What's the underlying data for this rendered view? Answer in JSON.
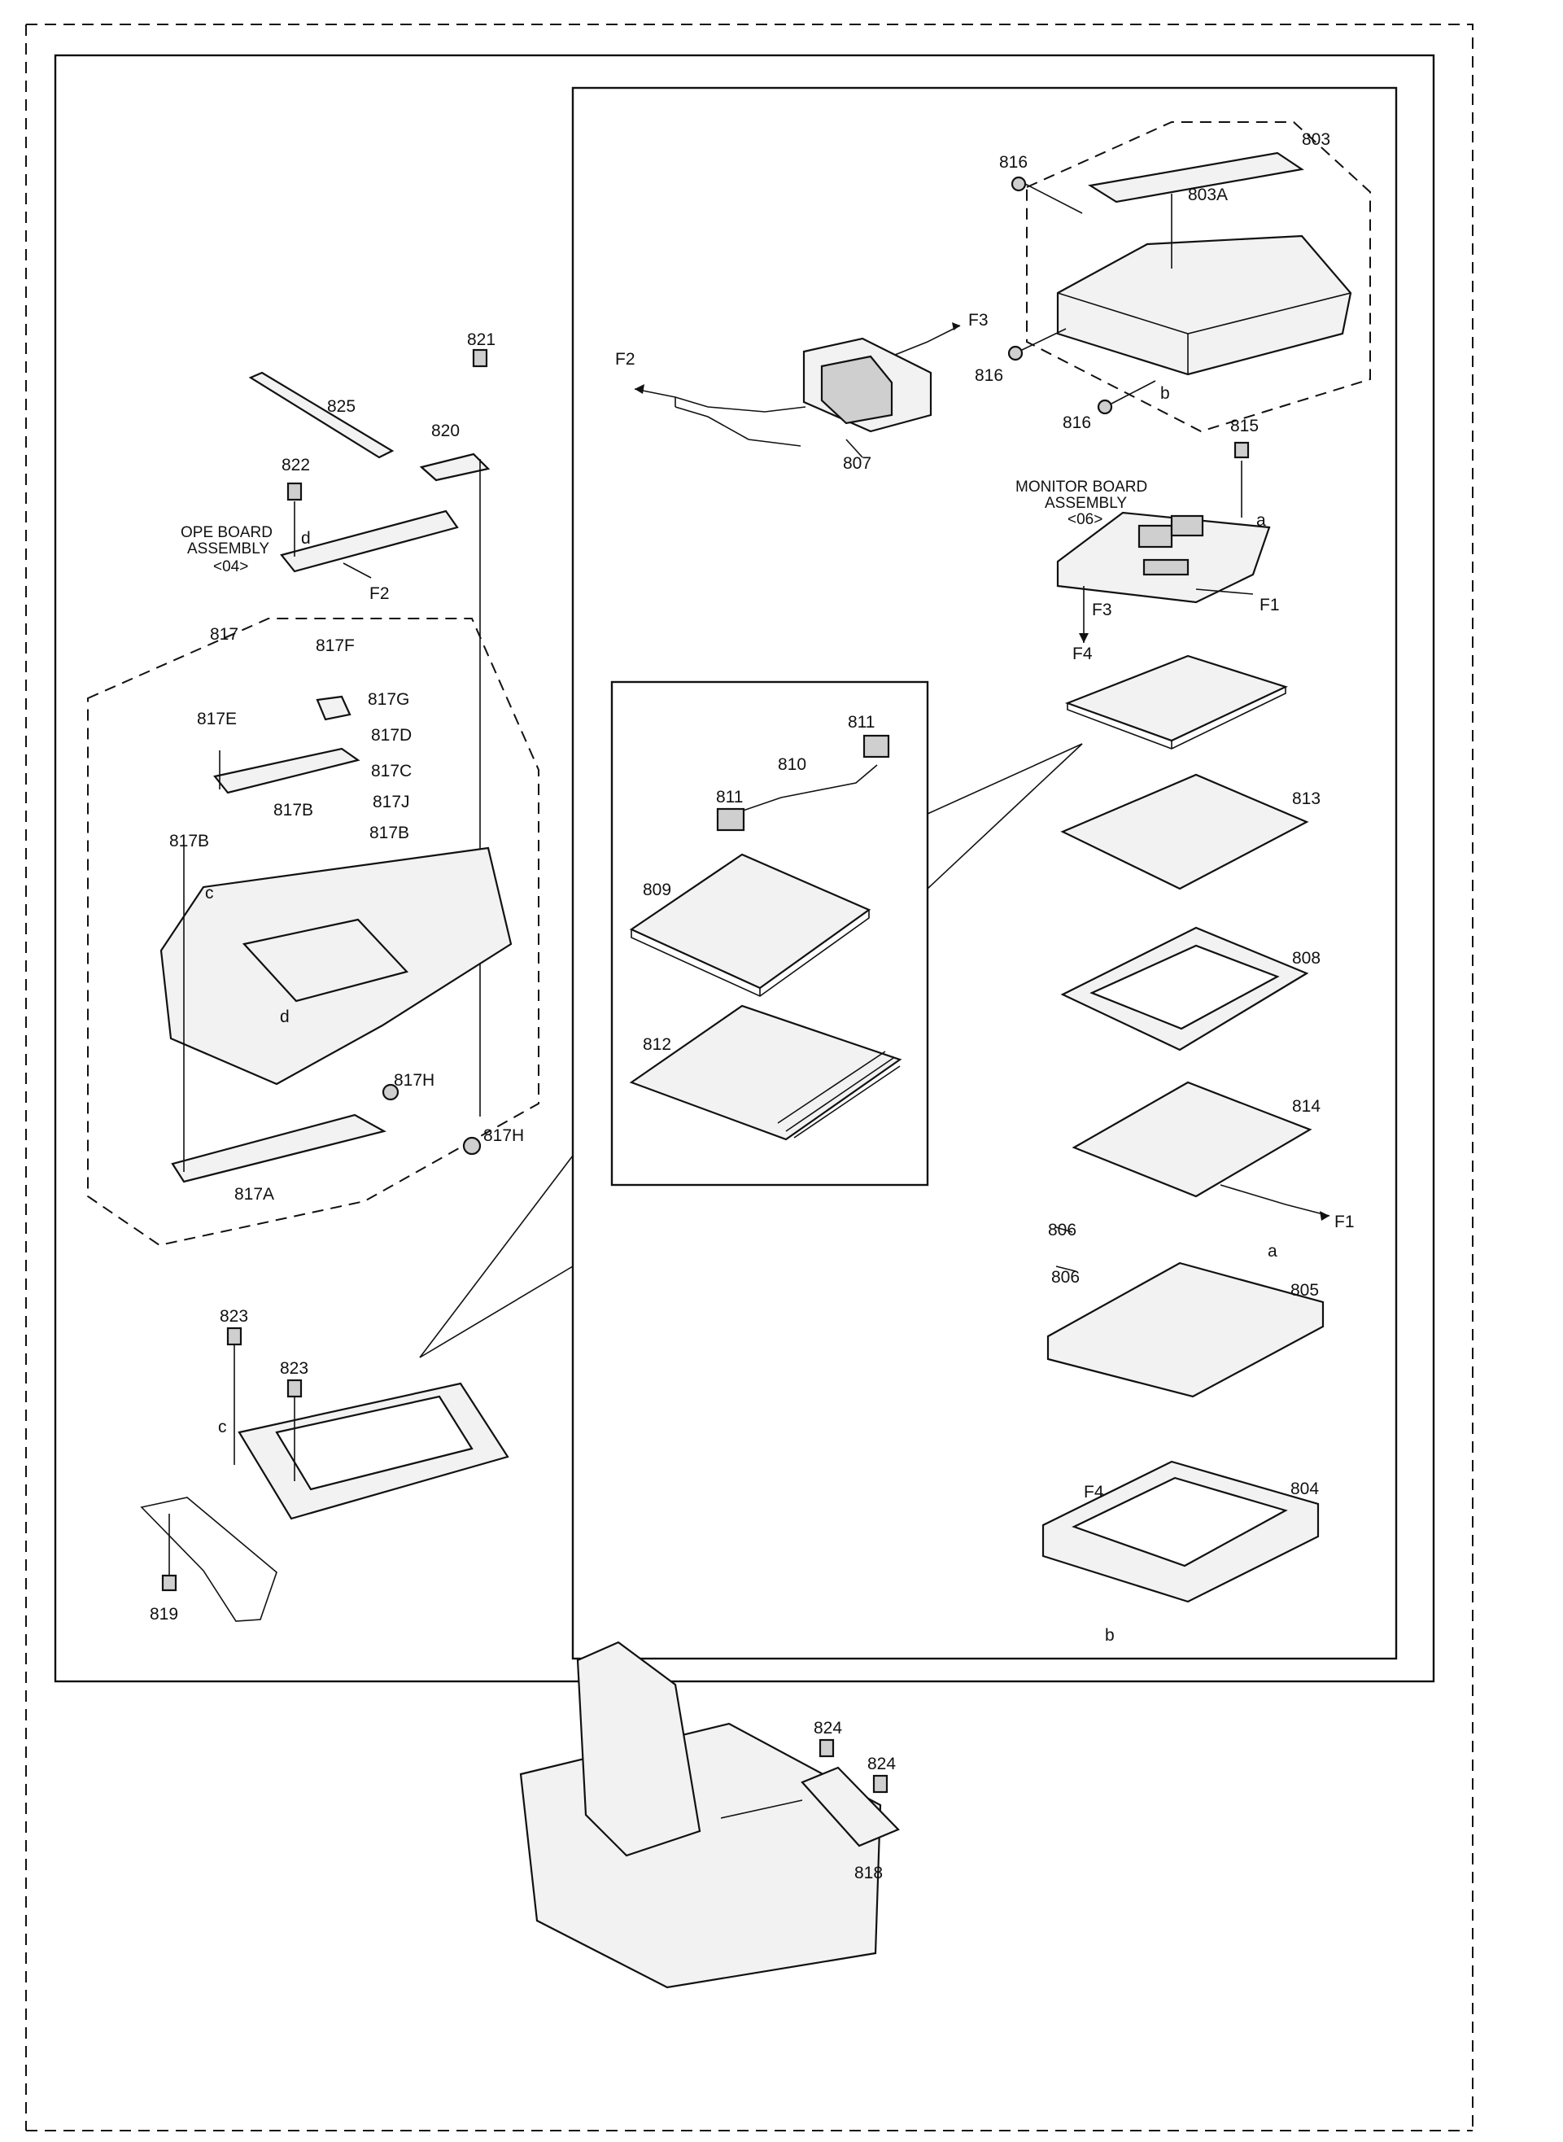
{
  "labels": {
    "p803": "803",
    "p803A": "803A",
    "p816a": "816",
    "p816b": "816",
    "p816c": "816",
    "p807": "807",
    "p815": "815",
    "f3a": "F3",
    "f2a": "F2",
    "monitor": [
      "MONITOR BOARD",
      "ASSEMBLY",
      "<06>"
    ],
    "f1a": "F1",
    "f3b": "F3",
    "f4a": "F4",
    "la": "a",
    "lb": "b",
    "p811a": "811",
    "p810": "810",
    "p811b": "811",
    "p809": "809",
    "p812": "812",
    "p813": "813",
    "p808": "808",
    "p814": "814",
    "f1b": "F1",
    "p806a": "806",
    "p806b": "806",
    "p805": "805",
    "la2": "a",
    "p804": "804",
    "f4b": "F4",
    "lb2": "b",
    "p821": "821",
    "p825": "825",
    "p820": "820",
    "p822": "822",
    "ope": [
      "OPE BOARD",
      "ASSEMBLY",
      "<04>"
    ],
    "ld": "d",
    "f2b": "F2",
    "p817": "817",
    "p817F": "817F",
    "p817G": "817G",
    "p817E": "817E",
    "p817D": "817D",
    "p817C": "817C",
    "p817J": "817J",
    "p817Ba": "817B",
    "p817Bb": "817B",
    "p817Bc": "817B",
    "lc": "c",
    "ld2": "d",
    "p817Ha": "817H",
    "p817Hb": "817H",
    "p817A": "817A",
    "p823a": "823",
    "p823b": "823",
    "lc2": "c",
    "p819": "819",
    "p824a": "824",
    "p824b": "824",
    "p818": "818"
  },
  "icons": [
    "screw-icon",
    "connector-icon",
    "arrow-icon"
  ]
}
